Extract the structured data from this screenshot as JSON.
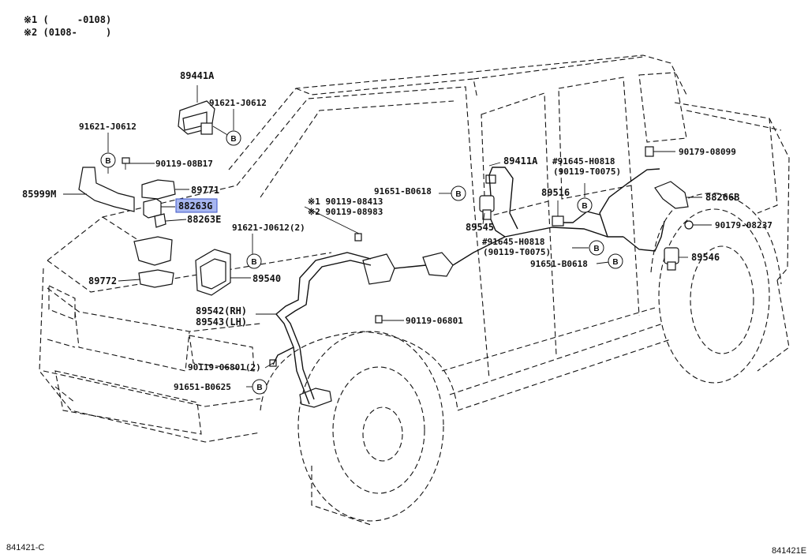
{
  "notes": {
    "note1": "※1 (     -0108)",
    "note2": "※2 (0108-     )"
  },
  "labels": {
    "p89441A": "89441A",
    "p91621_J0612_top": "91621-J0612",
    "p91621_J0612_left": "91621-J0612",
    "p90119_08B17": "90119-08B17",
    "p85999M": "85999M",
    "p89771": "89771",
    "p88263G": "88263G",
    "p88263E": "88263E",
    "p91621_J0612_2": "91621-J0612(2)",
    "p89540": "89540",
    "p89772": "89772",
    "p89542": "89542(RH)",
    "p89543": "89543(LH)",
    "p90119_06801_2": "90119-06801(2)",
    "p91651_B0625": "91651-B0625",
    "p90119_08413": "※1 90119-08413",
    "p90119_08983": "※2 90119-08983",
    "p90119_06801": "90119-06801",
    "p91651_B0618_a": "91651-B0618",
    "p91651_B0618_b": "91651-B0618",
    "p89411A": "89411A",
    "p89545": "89545",
    "p91645_H0818_a": "#91645-H0818",
    "p90119_T0075_a": "(90119-T0075)",
    "p89516": "89516",
    "p91645_H0818_b": "#91645-H0818",
    "p90119_T0075_b": "(90119-T0075)",
    "p90179_08099": "90179-08099",
    "p88266B": "88266B",
    "p90179_08237": "90179-08237",
    "p89546": "89546"
  },
  "bolt_marker": "B",
  "highlighted_part": "88263G",
  "footer": {
    "left_code": "841421-C",
    "right_code": "841421E"
  }
}
